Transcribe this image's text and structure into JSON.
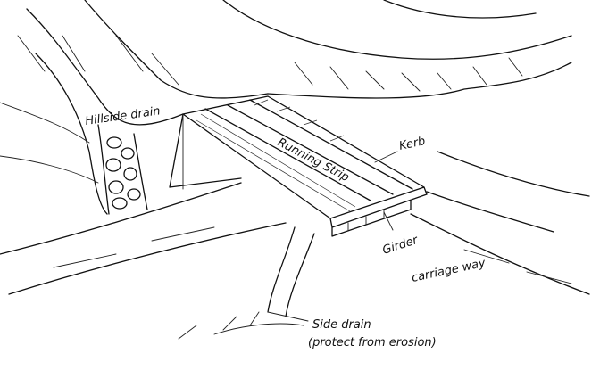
{
  "labels": {
    "hillside_drain": "Hillside drain",
    "running_strip": "Running Strip",
    "kerb": "Kerb",
    "girder": "Girder",
    "carriage_way": "carriage way",
    "side_drain_line1": "Side drain",
    "side_drain_line2": "(protect from erosion)"
  },
  "colors": {
    "ink": "#111111",
    "paper": "#ffffff"
  }
}
